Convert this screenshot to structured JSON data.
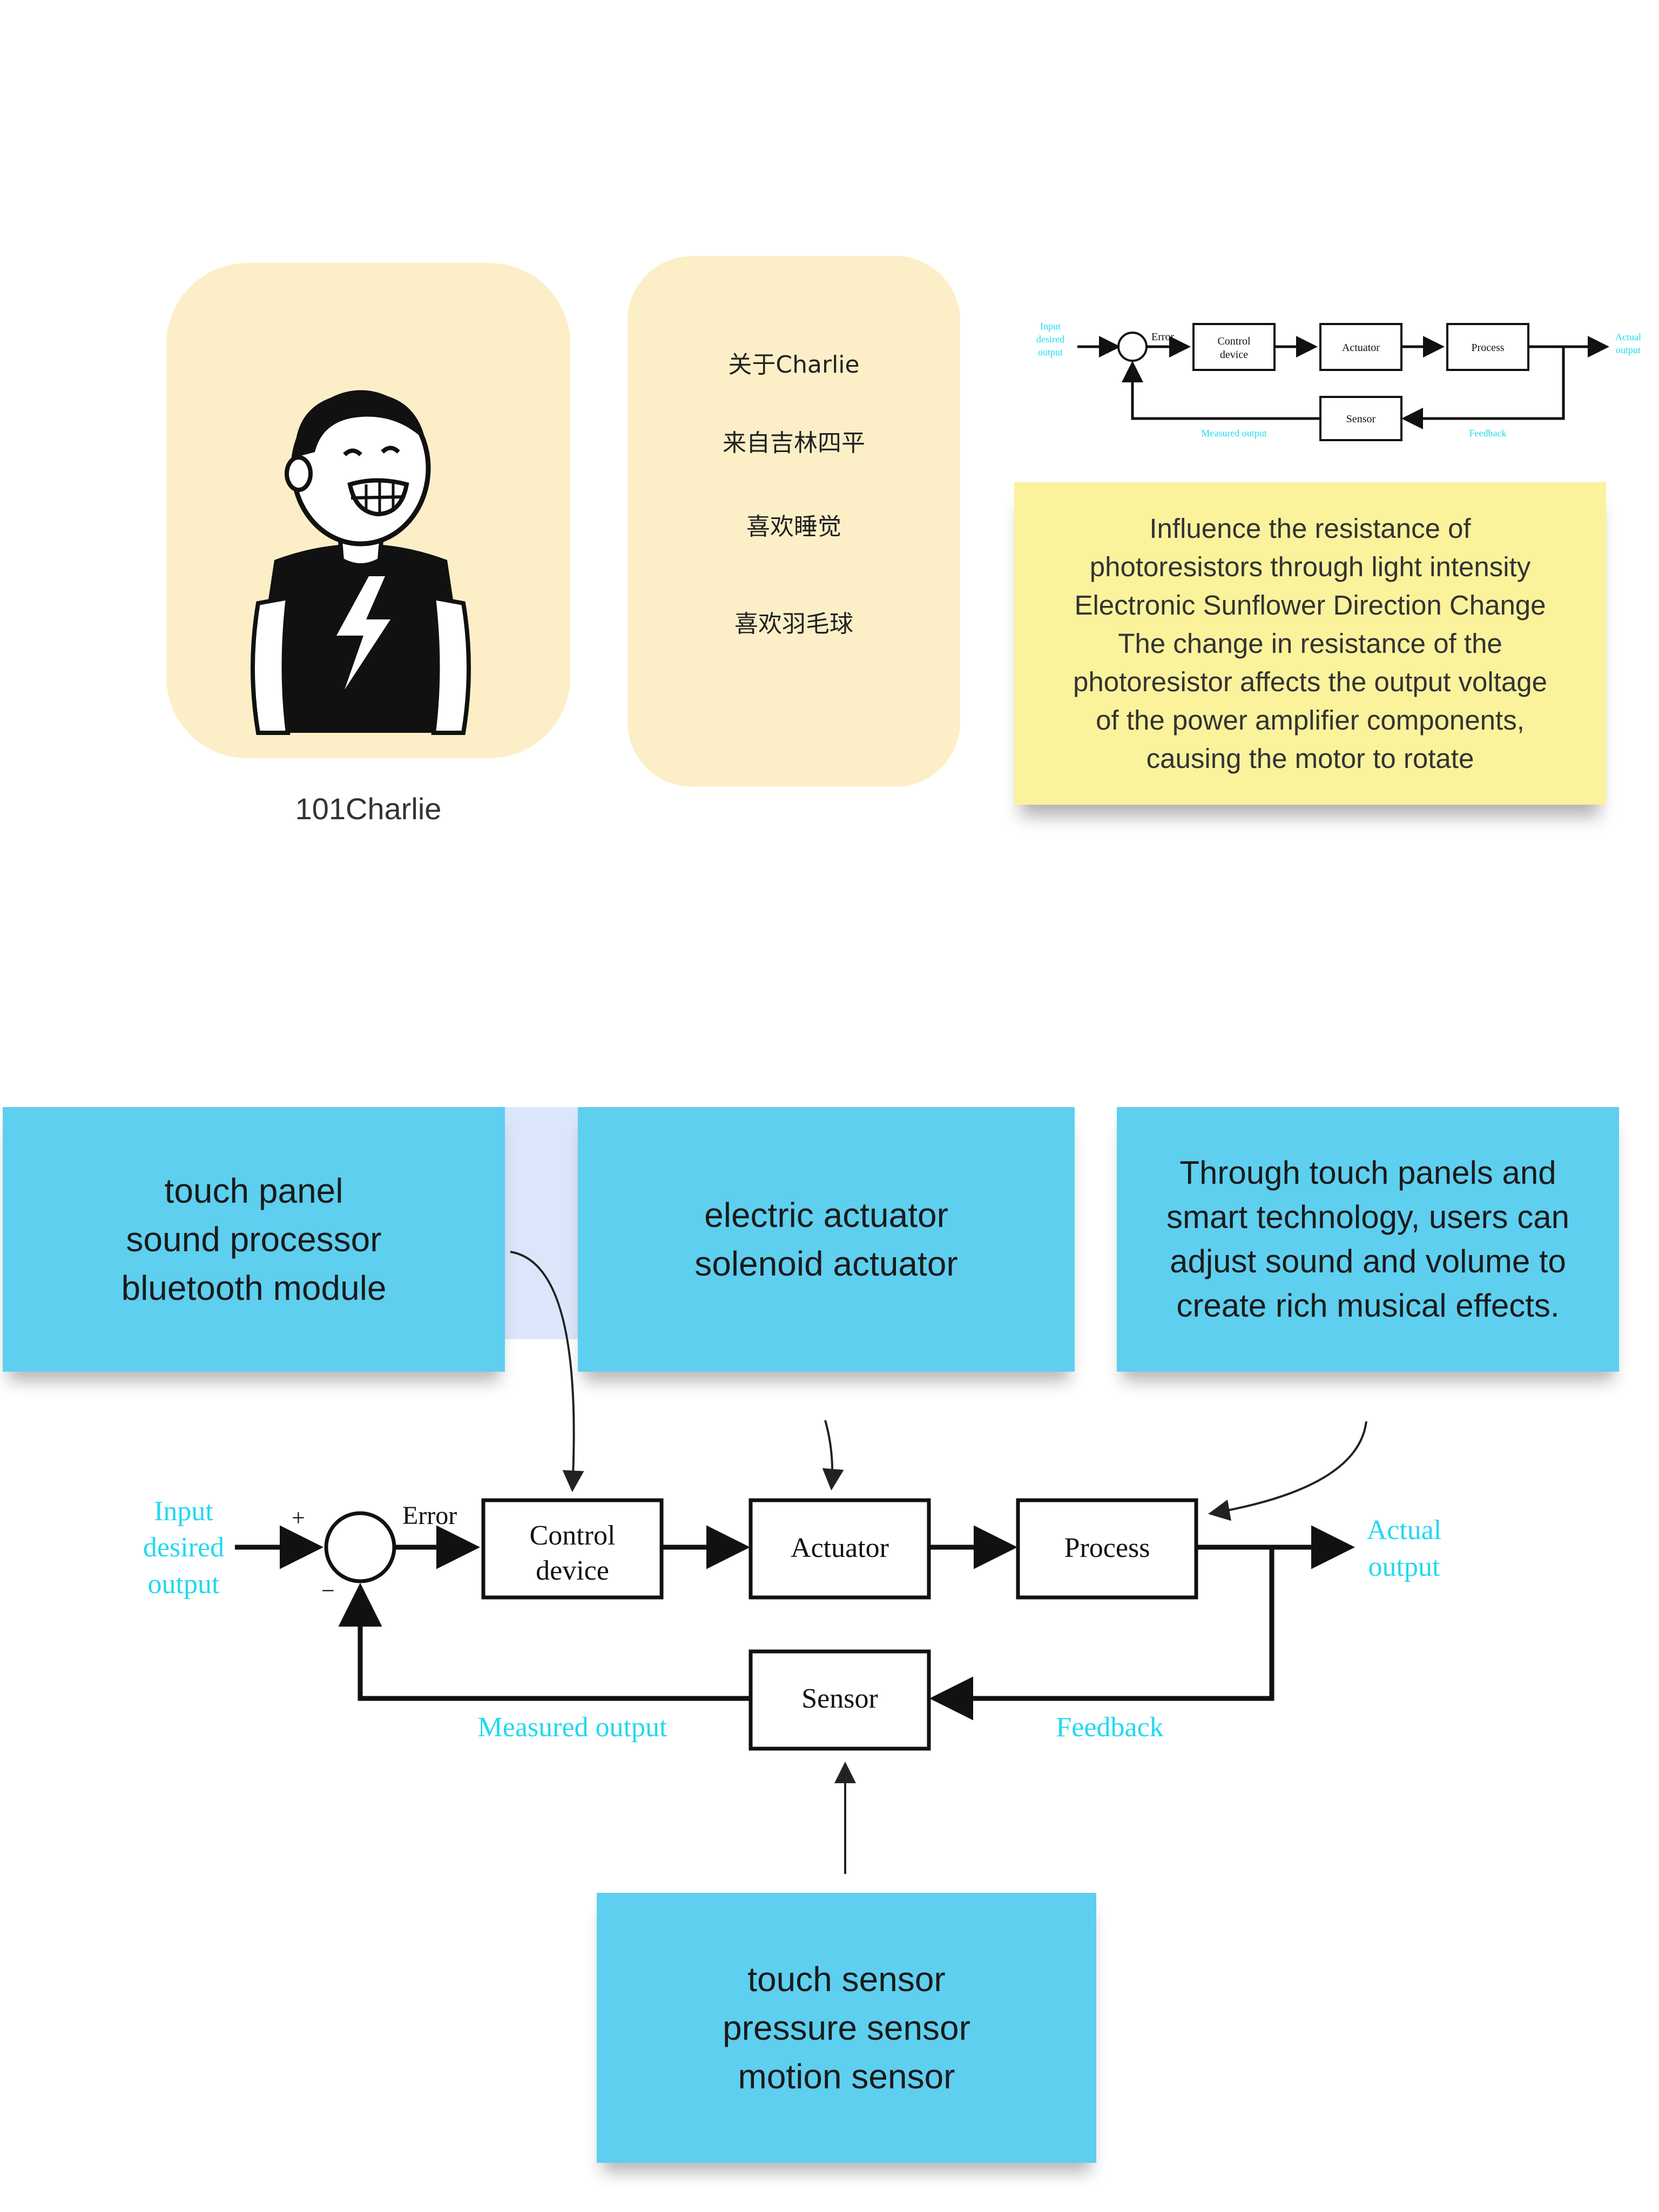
{
  "profile": {
    "name": "101Charlie",
    "about_lines": [
      "关于Charlie",
      "来自吉林四平",
      "喜欢睡觉",
      "喜欢羽毛球"
    ]
  },
  "intro_note": {
    "lines": [
      "Influence the resistance of",
      "photoresistors through light intensity",
      "Electronic Sunflower Direction Change",
      "The change in resistance of the",
      "photoresistor affects the output voltage",
      "of the power amplifier components,",
      "causing the motor to rotate"
    ]
  },
  "diagram": {
    "input_label": [
      "Input",
      "desired",
      "output"
    ],
    "plus": "+",
    "minus": "−",
    "error": "Error",
    "control_device": [
      "Control",
      "device"
    ],
    "actuator": "Actuator",
    "process": "Process",
    "actual_output": [
      "Actual",
      "output"
    ],
    "sensor": "Sensor",
    "measured_output": "Measured output",
    "feedback": "Feedback"
  },
  "stickies": {
    "control": [
      "touch panel",
      "sound processor",
      "bluetooth module"
    ],
    "actuator": [
      "electric actuator",
      "solenoid actuator"
    ],
    "process": [
      "Through touch panels and",
      "smart technology, users can",
      "adjust sound and volume to",
      "create rich musical effects."
    ],
    "sensor": [
      "touch sensor",
      "pressure sensor",
      "motion sensor"
    ]
  },
  "colors": {
    "card": "#fcefc7",
    "sticky_blue": "#5ecfef",
    "sticky_yellow": "#fbf29c",
    "diagram_cyan": "#22d8f0"
  }
}
